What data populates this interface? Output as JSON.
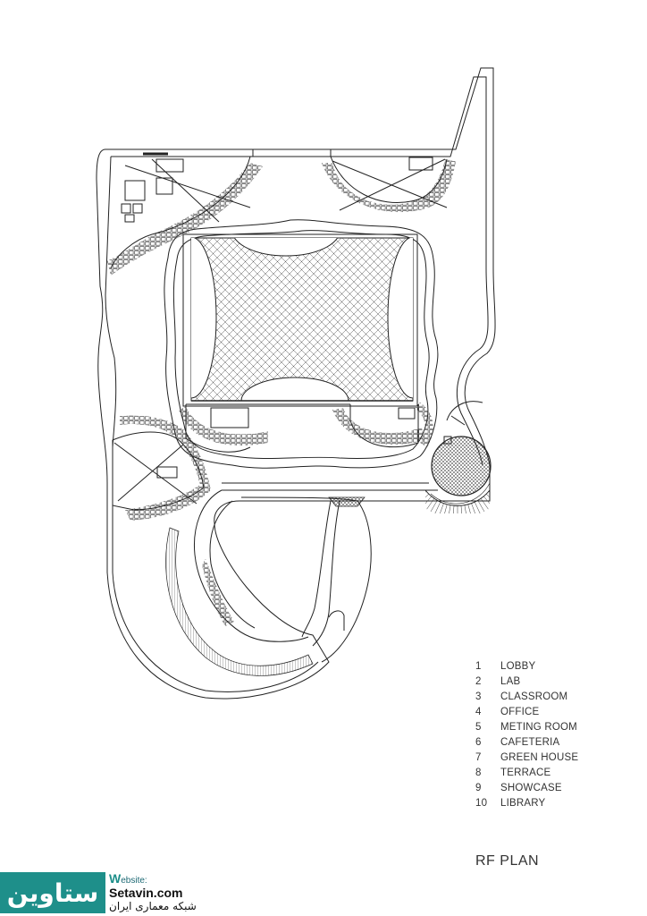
{
  "legend": [
    {
      "num": "1",
      "label": "LOBBY"
    },
    {
      "num": "2",
      "label": "LAB"
    },
    {
      "num": "3",
      "label": "CLASSROOM"
    },
    {
      "num": "4",
      "label": "OFFICE"
    },
    {
      "num": "5",
      "label": "METING ROOM"
    },
    {
      "num": "6",
      "label": "CAFETERIA"
    },
    {
      "num": "7",
      "label": "GREEN HOUSE"
    },
    {
      "num": "8",
      "label": "TERRACE"
    },
    {
      "num": "9",
      "label": "SHOWCASE"
    },
    {
      "num": "10",
      "label": "LIBRARY"
    }
  ],
  "plan_title": "RF PLAN",
  "watermark": {
    "logo_text": "ستاوین",
    "website_initial": "W",
    "website_rest": "ebsite:",
    "url": "Setavin.com",
    "tagline": "شبکه معماری ایران"
  }
}
